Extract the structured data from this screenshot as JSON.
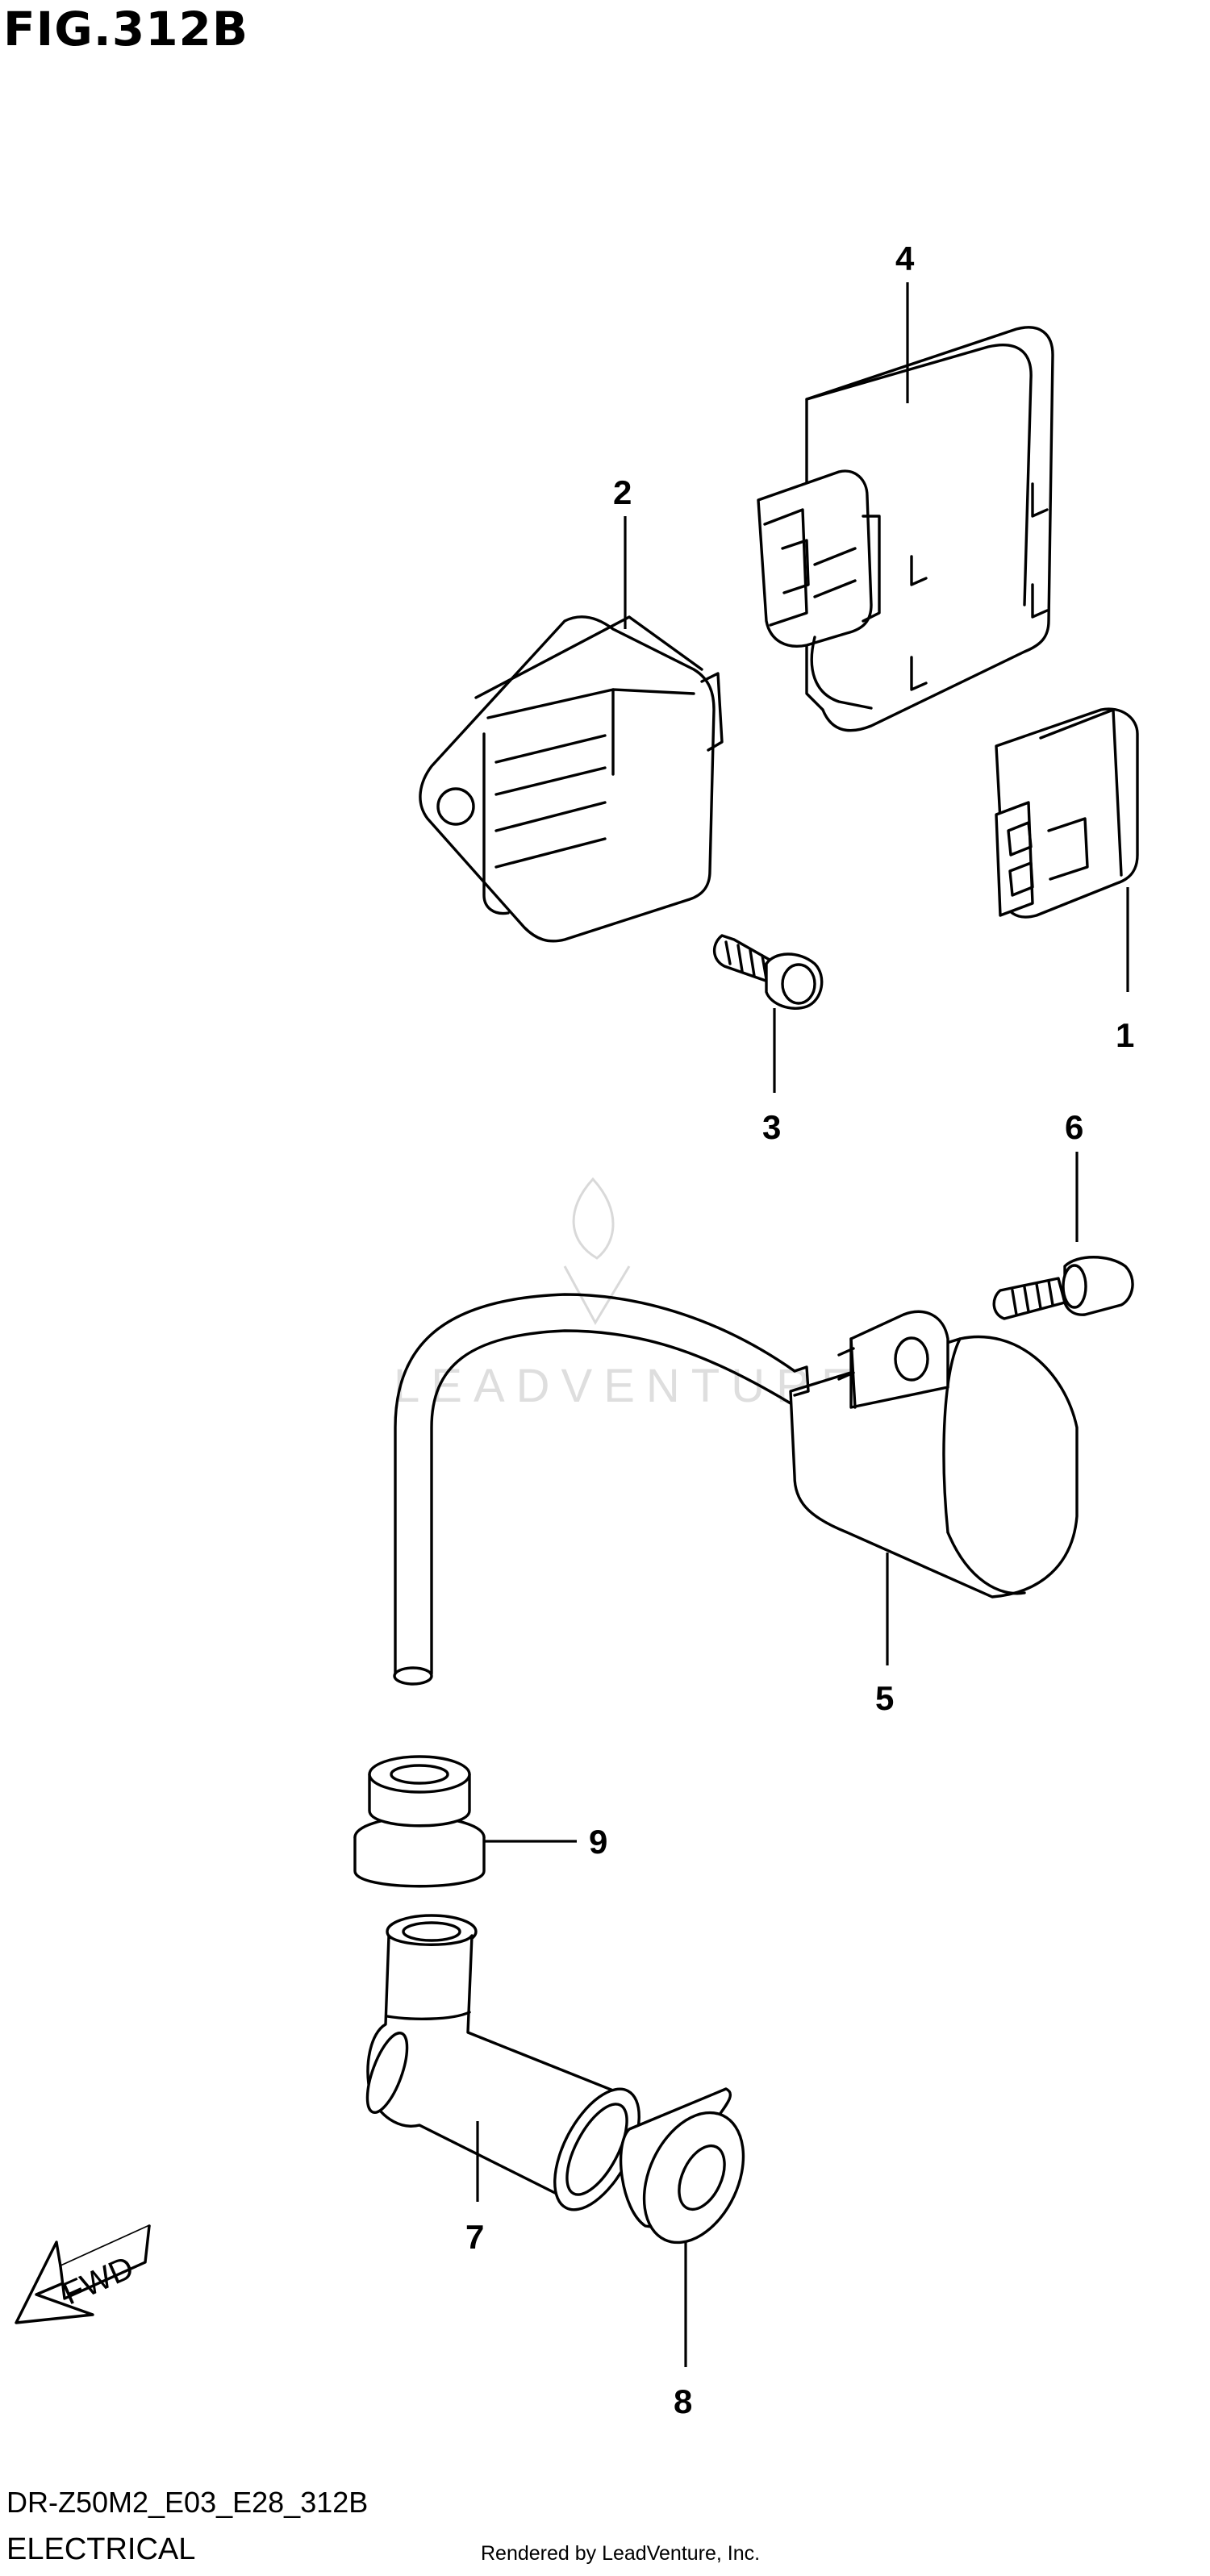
{
  "figure": {
    "title": "FIG.312B"
  },
  "footer": {
    "model_code": "DR-Z50M2_E03_E28_312B",
    "section_name": "ELECTRICAL",
    "credit": "Rendered by LeadVenture, Inc."
  },
  "watermark": {
    "text": "LEADVENTURE"
  },
  "direction_arrow": {
    "label": "FWD"
  },
  "callouts": [
    "1",
    "2",
    "3",
    "4",
    "5",
    "6",
    "7",
    "8",
    "9"
  ]
}
